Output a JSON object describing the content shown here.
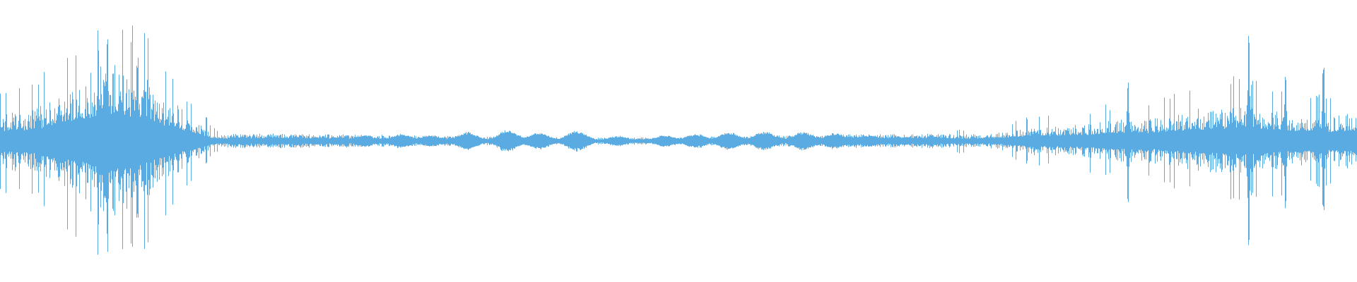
{
  "waveform": {
    "color": "#5aabe2",
    "background": "#ffffff",
    "channels": 1,
    "segments": [
      {
        "start": 0.0,
        "end": 0.035,
        "amp": 0.22,
        "texture": "noise"
      },
      {
        "start": 0.035,
        "end": 0.065,
        "amp": 0.4,
        "texture": "noise"
      },
      {
        "start": 0.065,
        "end": 0.09,
        "amp": 0.58,
        "texture": "noise"
      },
      {
        "start": 0.09,
        "end": 0.115,
        "amp": 0.48,
        "texture": "noise"
      },
      {
        "start": 0.115,
        "end": 0.135,
        "amp": 0.3,
        "texture": "noise"
      },
      {
        "start": 0.135,
        "end": 0.15,
        "amp": 0.16,
        "texture": "noise"
      },
      {
        "start": 0.15,
        "end": 0.17,
        "amp": 0.05,
        "texture": "noise"
      },
      {
        "start": 0.17,
        "end": 0.7,
        "amp": 0.025,
        "texture": "syllables"
      },
      {
        "start": 0.7,
        "end": 0.74,
        "amp": 0.05,
        "texture": "noise"
      },
      {
        "start": 0.74,
        "end": 0.8,
        "amp": 0.11,
        "texture": "noise"
      },
      {
        "start": 0.8,
        "end": 0.88,
        "amp": 0.17,
        "texture": "noise"
      },
      {
        "start": 0.88,
        "end": 0.94,
        "amp": 0.27,
        "texture": "noise"
      },
      {
        "start": 0.94,
        "end": 1.0,
        "amp": 0.2,
        "texture": "noise"
      }
    ],
    "peaks": [
      {
        "pos": 0.072,
        "amp": 0.64
      },
      {
        "pos": 0.079,
        "amp": 0.73
      },
      {
        "pos": 0.101,
        "amp": 0.55
      },
      {
        "pos": 0.831,
        "amp": 0.4
      },
      {
        "pos": 0.92,
        "amp": 0.72
      },
      {
        "pos": 0.947,
        "amp": 0.46
      },
      {
        "pos": 0.975,
        "amp": 0.49
      }
    ],
    "blobs": [
      {
        "pos": 0.25,
        "amp": 0.03
      },
      {
        "pos": 0.268,
        "amp": 0.04
      },
      {
        "pos": 0.296,
        "amp": 0.05
      },
      {
        "pos": 0.318,
        "amp": 0.04
      },
      {
        "pos": 0.344,
        "amp": 0.06
      },
      {
        "pos": 0.374,
        "amp": 0.075
      },
      {
        "pos": 0.397,
        "amp": 0.06
      },
      {
        "pos": 0.425,
        "amp": 0.07
      },
      {
        "pos": 0.455,
        "amp": 0.035
      },
      {
        "pos": 0.49,
        "amp": 0.04
      },
      {
        "pos": 0.513,
        "amp": 0.05
      },
      {
        "pos": 0.537,
        "amp": 0.06
      },
      {
        "pos": 0.563,
        "amp": 0.065
      },
      {
        "pos": 0.592,
        "amp": 0.062
      },
      {
        "pos": 0.615,
        "amp": 0.055
      },
      {
        "pos": 0.64,
        "amp": 0.04
      },
      {
        "pos": 0.665,
        "amp": 0.03
      }
    ]
  }
}
